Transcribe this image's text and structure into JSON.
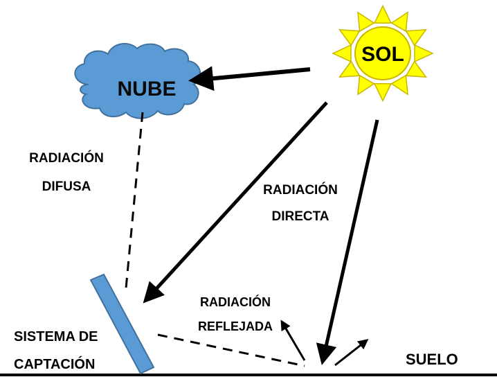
{
  "diagram": {
    "sun": {
      "label": "SOL",
      "fill": "#ffff00",
      "ray_fill": "#ffff00",
      "stroke": "#c9b400"
    },
    "cloud": {
      "label": "NUBE",
      "fill": "#5b9bd5",
      "stroke": "#41719c"
    },
    "labels": {
      "diffuse_line1": "RADIACIÓN",
      "diffuse_line2": "DIFUSA",
      "direct_line1": "RADIACIÓN",
      "direct_line2": "DIRECTA",
      "reflected_line1": "RADIACIÓN",
      "reflected_line2": "REFLEJADA",
      "collector_line1": "SISTEMA DE",
      "collector_line2": "CAPTACIÓN",
      "ground": "SUELO"
    },
    "collector": {
      "fill": "#5b9bd5",
      "stroke": "#41719c"
    },
    "line_color": "#000000"
  }
}
